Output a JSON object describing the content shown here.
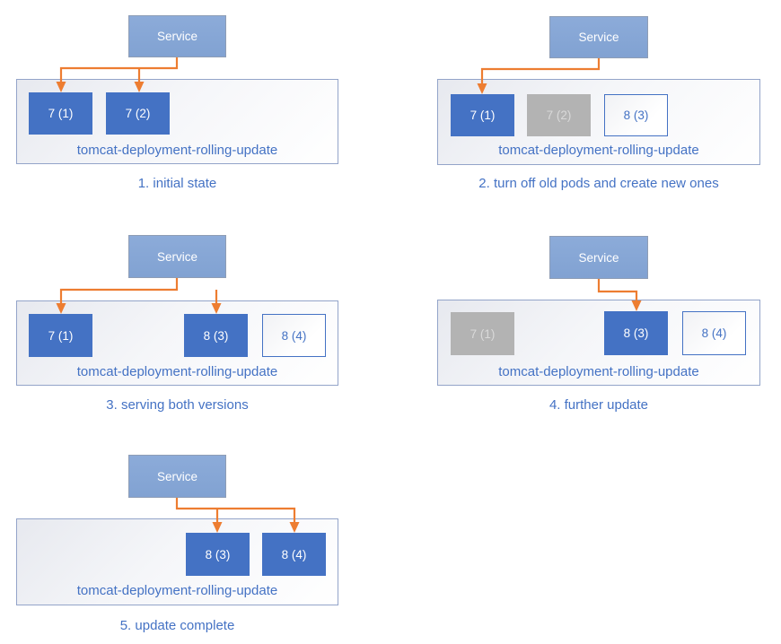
{
  "colors": {
    "arrow": "#ED7D31",
    "pod_active_fill": "#4472C4",
    "pod_active_text": "#FFFFFF",
    "pod_stopped_fill": "#B3B3B3",
    "pod_stopped_text": "#D9D9D9",
    "pod_pending_border": "#4472C4",
    "pod_pending_text": "#4472C4",
    "service_fill": "#85A4D3",
    "container_border": "#93A4C9",
    "label_text": "#4472C4",
    "caption_text": "#4472C4"
  },
  "diagrams": [
    {
      "service": "Service",
      "deployment": "tomcat-deployment-rolling-update",
      "caption": "1. initial state",
      "pods": [
        {
          "label": "7 (1)",
          "state": "active"
        },
        {
          "label": "7 (2)",
          "state": "active"
        }
      ]
    },
    {
      "service": "Service",
      "deployment": "tomcat-deployment-rolling-update",
      "caption": "2. turn off old pods and create new ones",
      "pods": [
        {
          "label": "7 (1)",
          "state": "active"
        },
        {
          "label": "7 (2)",
          "state": "stopped"
        },
        {
          "label": "8 (3)",
          "state": "pending"
        }
      ]
    },
    {
      "service": "Service",
      "deployment": "tomcat-deployment-rolling-update",
      "caption": "3. serving both versions",
      "pods": [
        {
          "label": "7 (1)",
          "state": "active"
        },
        {
          "label": "8 (3)",
          "state": "active"
        },
        {
          "label": "8 (4)",
          "state": "pending"
        }
      ]
    },
    {
      "service": "Service",
      "deployment": "tomcat-deployment-rolling-update",
      "caption": "4. further update",
      "pods": [
        {
          "label": "7 (1)",
          "state": "stopped"
        },
        {
          "label": "8 (3)",
          "state": "active"
        },
        {
          "label": "8 (4)",
          "state": "pending"
        }
      ]
    },
    {
      "service": "Service",
      "deployment": "tomcat-deployment-rolling-update",
      "caption": "5. update complete",
      "pods": [
        {
          "label": "8 (3)",
          "state": "active"
        },
        {
          "label": "8 (4)",
          "state": "active"
        }
      ]
    }
  ]
}
